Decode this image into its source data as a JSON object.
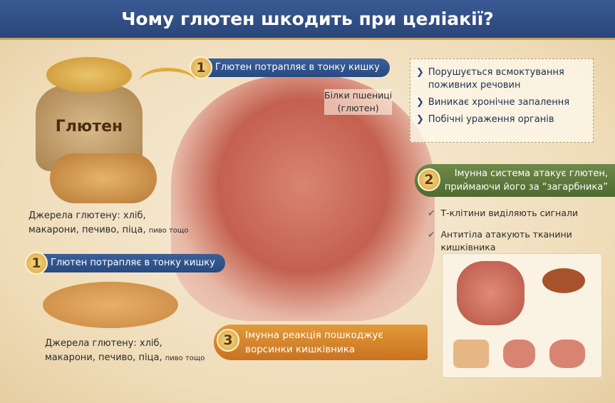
{
  "title": "Чому глютен шкодить при целіакії?",
  "sack_label": "Глютен",
  "step1_top": {
    "number": "1",
    "label": "Глютен потрапляє в тонку кишку"
  },
  "step1_left": {
    "number": "1",
    "label": "Глютен потрапляє в тонку кишку"
  },
  "sources_top": {
    "line1": "Джерела глютену: хліб,",
    "line2": "макарони, печиво, піца,",
    "small": "пиво тощо"
  },
  "sources_bottom": {
    "line1": "Джерела глютену: хліб,",
    "line2": "макарони, печиво, піца,",
    "small": "пиво тощо"
  },
  "wheat_proteins": {
    "line1": "Білки пшениці",
    "line2": "(глютен)"
  },
  "effects": [
    {
      "icon": "chevron-icon",
      "text": "Порушується всмоктування поживних речовин"
    },
    {
      "icon": "chevron-icon",
      "text": "Виникає хронічне запалення"
    },
    {
      "icon": "chevron-icon",
      "text": "Побічні ураження органів"
    }
  ],
  "step2": {
    "number": "2",
    "line1": "Імунна система атакує глютен,",
    "line2": "приймаючи його за “загарбника”"
  },
  "step2_points": [
    {
      "text": "Т-клітини виділяють сигнали"
    },
    {
      "text": "Антитіла атакують тканини кишківника"
    }
  ],
  "step3": {
    "number": "3",
    "line1": "Імунна реакція пошкоджує",
    "line2": "ворсинки кишківника"
  },
  "colors": {
    "blue": "#2a4679",
    "green": "#5a7639",
    "orange": "#d9822b",
    "gold": "#d9a441"
  }
}
